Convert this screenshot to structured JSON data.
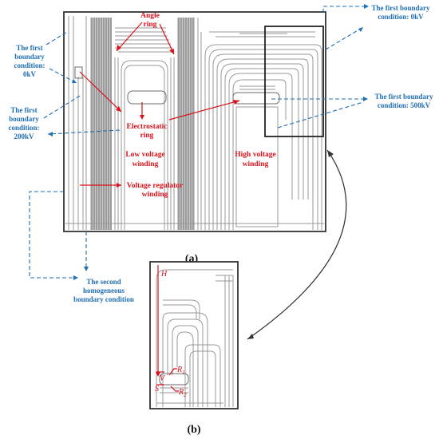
{
  "panel_a": {
    "caption": "(a)",
    "labels": {
      "angle_ring_1": "Angle",
      "angle_ring_2": "ring",
      "electrostatic_1": "Electrostatic",
      "electrostatic_2": "ring",
      "low_voltage_1": "Low voltage",
      "low_voltage_2": "winding",
      "high_voltage_1": "High voltage",
      "high_voltage_2": "winding",
      "regulator_1": "Voltage regulator",
      "regulator_2": "winding"
    },
    "boundary": {
      "top_right_1": "The first boundary",
      "top_right_2": "condition: 0kV",
      "left_0kv_1": "The first",
      "left_0kv_2": "boundary",
      "left_0kv_3": "condition:",
      "left_0kv_4": "0kV",
      "left_200_1": "The first",
      "left_200_2": "boundary",
      "left_200_3": "condition:",
      "left_200_4": "200kV",
      "right_500_1": "The first boundary",
      "right_500_2": "condition: 500kV",
      "second_1": "The second",
      "second_2": "homogeneous",
      "second_3": "boundary condition"
    }
  },
  "panel_b": {
    "caption": "(b)",
    "symbols": {
      "H": "H",
      "R": "R",
      "R1_sub": "1",
      "R2_sub": "2",
      "V": "V",
      "S": "S"
    }
  },
  "colors": {
    "label_red": "#d9121b",
    "boundary_blue": "#1f6fb5",
    "winding_gray": "#9a9a9a"
  }
}
